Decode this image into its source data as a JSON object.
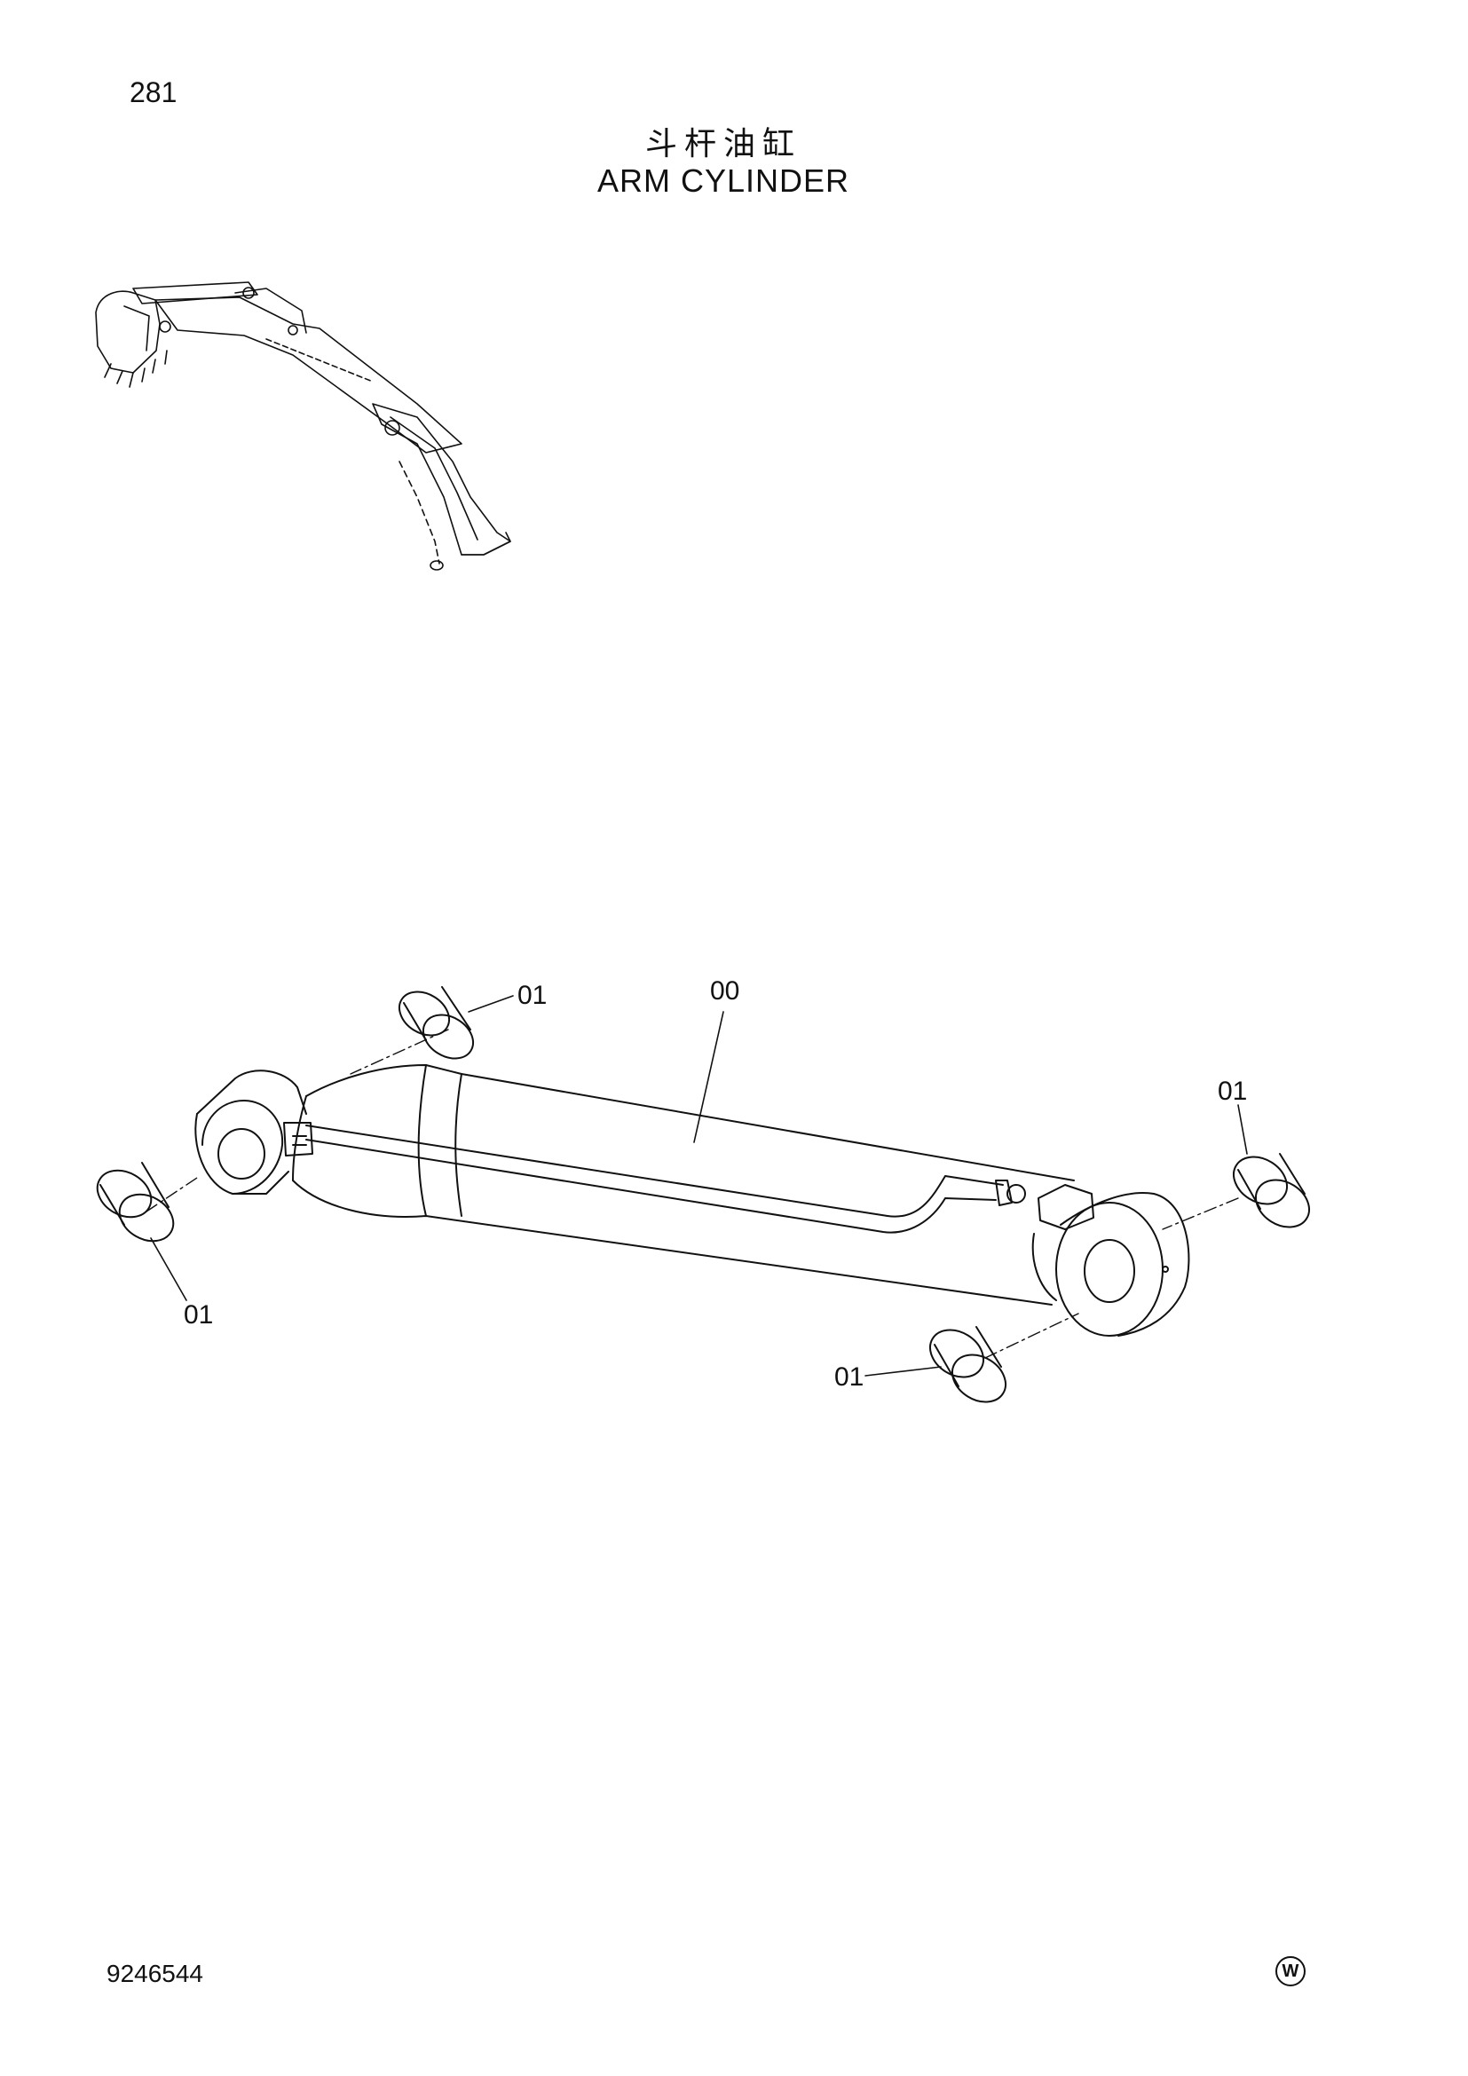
{
  "header": {
    "page_number": "281",
    "title_cn": "斗杆油缸",
    "title_en": "ARM CYLINDER"
  },
  "callouts": {
    "arm_cylinder": "00",
    "bushing_top_left": "01",
    "bushing_bottom_left": "01",
    "bushing_top_right": "01",
    "bushing_bottom_right": "01"
  },
  "footer": {
    "doc_number": "9246544",
    "mark": "W"
  }
}
